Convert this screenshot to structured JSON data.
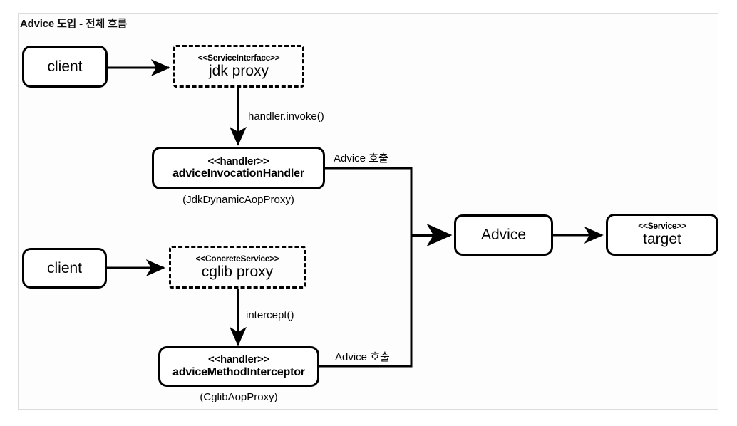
{
  "diagram": {
    "title": "Advice 도입 - 전체 흐름",
    "background": "#ffffff",
    "frame_border_color": "#dcdcdc",
    "stroke_color": "#000000",
    "nodes": {
      "client_top": {
        "name": "client"
      },
      "jdk_proxy": {
        "stereotype": "<<ServiceInterface>>",
        "name": "jdk proxy"
      },
      "advice_invocation_handler": {
        "stereotype": "<<handler>>",
        "name": "adviceInvocationHandler",
        "caption": "(JdkDynamicAopProxy)"
      },
      "client_bottom": {
        "name": "client"
      },
      "cglib_proxy": {
        "stereotype": "<<ConcreteService>>",
        "name": "cglib proxy"
      },
      "advice_method_interceptor": {
        "stereotype": "<<handler>>",
        "name": "adviceMethodInterceptor",
        "caption": "(CglibAopProxy)"
      },
      "advice": {
        "name": "Advice"
      },
      "target": {
        "stereotype": "<<Service>>",
        "name": "target"
      }
    },
    "edges": {
      "client_to_jdk_proxy": {
        "label": ""
      },
      "jdk_proxy_to_handler": {
        "label": "handler.invoke()"
      },
      "handler_to_advice": {
        "label": "Advice 호출"
      },
      "client_to_cglib_proxy": {
        "label": ""
      },
      "cglib_proxy_to_interceptor": {
        "label": "intercept()"
      },
      "interceptor_to_advice": {
        "label": "Advice 호출"
      },
      "advice_to_target": {
        "label": ""
      }
    }
  }
}
